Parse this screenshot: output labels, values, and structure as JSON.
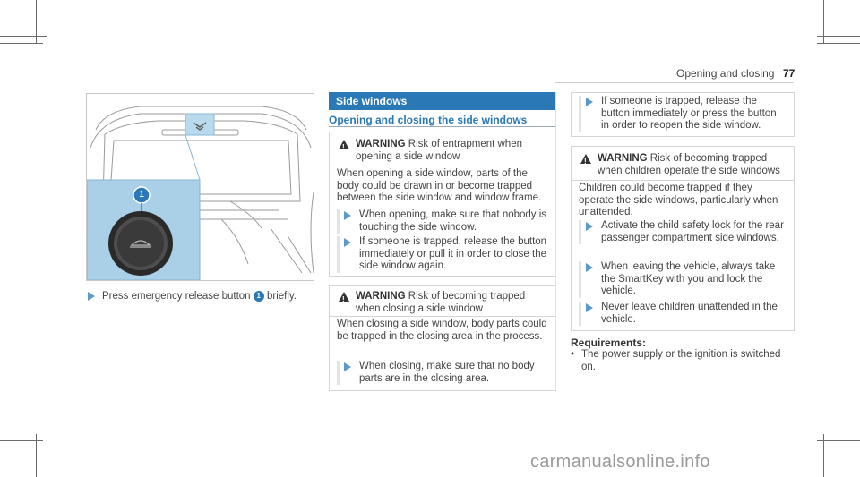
{
  "header": {
    "section_title": "Opening and closing",
    "page_number": "77"
  },
  "figure": {
    "callout_number": "1"
  },
  "left_step": {
    "text_before": "Press emergency release button",
    "callout": "1",
    "text_after": "briefly."
  },
  "section": {
    "title": "Side windows",
    "subtitle": "Opening and closing the side windows"
  },
  "warning1": {
    "label": "WARNING",
    "heading": "Risk of entrapment when opening a side window",
    "body": "When opening a side window, parts of the body could be drawn in or become trapped between the side window and window frame.",
    "steps": [
      "When opening, make sure that nobody is touching the side window.",
      "If someone is trapped, release the button immediately or pull it in order to close the side window again."
    ]
  },
  "warning2": {
    "label": "WARNING",
    "heading": "Risk of becoming trapped when closing a side window",
    "body": "When closing a side window, body parts could be trapped in the closing area in the process.",
    "steps": [
      "When closing, make sure that no body parts are in the closing area."
    ]
  },
  "continued_box": {
    "steps": [
      "If someone is trapped, release the button immediately or press the button in order to reopen the side window."
    ]
  },
  "warning3": {
    "label": "WARNING",
    "heading": "Risk of becoming trapped when children operate the side windows",
    "body": "Children could become trapped if they operate the side windows, particularly when unattended.",
    "steps": [
      "Activate the child safety lock for the rear passenger compartment side windows.",
      "When leaving the vehicle, always take the SmartKey with you and lock the vehicle.",
      "Never leave children unattended in the vehicle."
    ]
  },
  "requirements": {
    "title": "Requirements:",
    "items": [
      "The power supply or the ignition is switched on."
    ]
  },
  "watermark": "carmanualsonline.info",
  "colors": {
    "accent": "#2a78b5",
    "arrow": "#5a9ac9",
    "callout_panel": "#9ec9e3"
  }
}
